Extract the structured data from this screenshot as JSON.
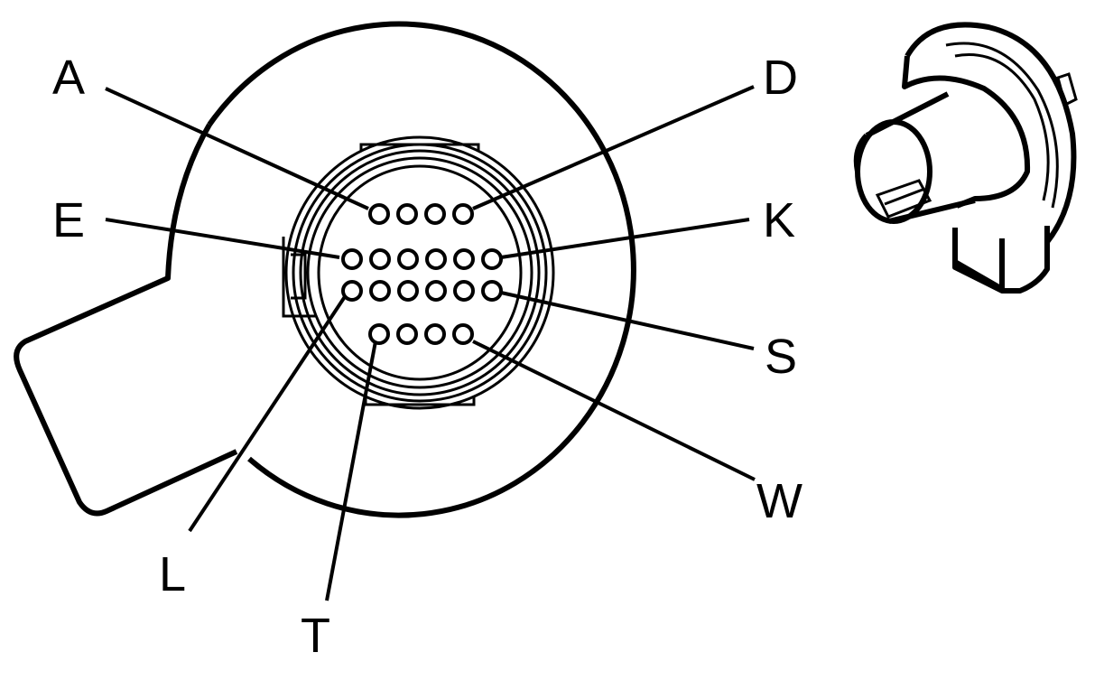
{
  "diagram": {
    "pin_labels": {
      "A": "A",
      "D": "D",
      "E": "E",
      "K": "K",
      "L": "L",
      "S": "S",
      "T": "T",
      "W": "W"
    },
    "rows": [
      {
        "count": 4
      },
      {
        "count": 6
      },
      {
        "count": 6
      },
      {
        "count": 4
      }
    ],
    "stroke_color": "#000000",
    "background_color": "#ffffff"
  }
}
